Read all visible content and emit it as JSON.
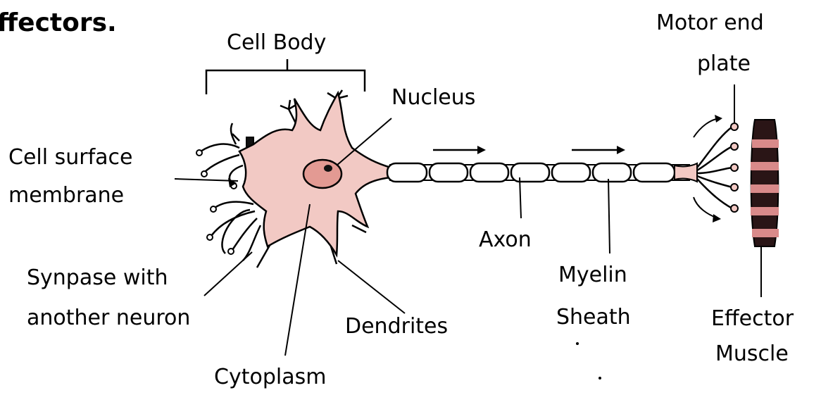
{
  "header": {
    "title_fragment": "ffectors."
  },
  "labels": {
    "cell_body": "Cell Body",
    "nucleus": "Nucleus",
    "cell_surface_line1": "Cell surface",
    "cell_surface_line2": "membrane",
    "synapse_line1": "Synpase with",
    "synapse_line2": "another neuron",
    "cytoplasm": "Cytoplasm",
    "dendrites": "Dendrites",
    "axon": "Axon",
    "myelin_line1": "Myelin",
    "myelin_line2": "Sheath",
    "motor_line1": "Motor end",
    "motor_line2": "plate",
    "effector_line1": "Effector",
    "effector_line2": "Muscle"
  },
  "colors": {
    "cell_fill": "#f2c9c4",
    "nucleus_fill": "#e39a93",
    "muscle_dark": "#2a1516",
    "muscle_band": "#d98a8a"
  }
}
